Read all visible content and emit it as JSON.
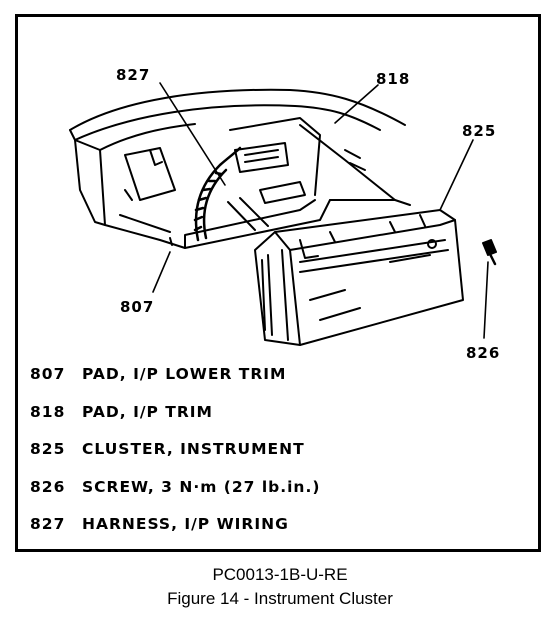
{
  "callouts": {
    "c827": "827",
    "c818": "818",
    "c825": "825",
    "c807": "807",
    "c826": "826"
  },
  "legend": [
    {
      "number": "807",
      "description": "PAD, I/P LOWER TRIM"
    },
    {
      "number": "818",
      "description": "PAD, I/P TRIM"
    },
    {
      "number": "825",
      "description": "CLUSTER, INSTRUMENT"
    },
    {
      "number": "826",
      "description": "SCREW, 3 N·m (27 lb.in.)"
    },
    {
      "number": "827",
      "description": "HARNESS, I/P WIRING"
    }
  ],
  "caption": {
    "code": "PC0013-1B-U-RE",
    "title": "Figure 14 - Instrument Cluster"
  },
  "colors": {
    "ink": "#000000",
    "paper": "#ffffff"
  }
}
